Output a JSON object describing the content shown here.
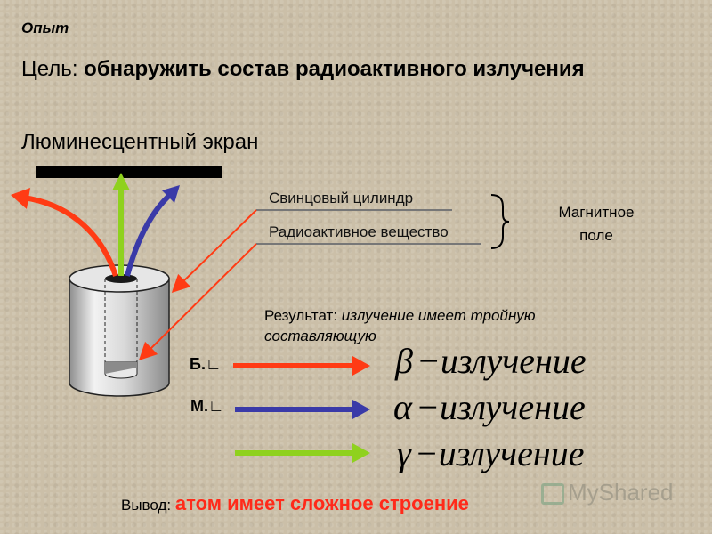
{
  "header": {
    "experiment_label": "Опыт",
    "goal_prefix": "Цель:",
    "goal_text": "обнаружить состав радиоактивного излучения"
  },
  "diagram": {
    "screen_label": "Люминесцентный экран",
    "lead_cylinder_label": "Свинцовый цилиндр",
    "substance_label": "Радиоактивное вещество",
    "magnetic_field_label": "Магнитное поле",
    "colors": {
      "beta": "#ff3b14",
      "alpha": "#3a3aa8",
      "gamma": "#8fd11e",
      "leader": "#ff3b14"
    }
  },
  "result": {
    "prefix": "Результат:",
    "text": "излучение имеет тройную составляющую",
    "short_b": "Б.∟",
    "short_m": "М.∟",
    "items": [
      {
        "symbol": "β",
        "text": "−излучение"
      },
      {
        "symbol": "α",
        "text": "−излучение"
      },
      {
        "symbol": "γ",
        "text": "−излучение"
      }
    ]
  },
  "conclusion": {
    "prefix": "Вывод:",
    "text": "атом имеет сложное строение"
  },
  "watermark": {
    "text": "MyShared"
  }
}
